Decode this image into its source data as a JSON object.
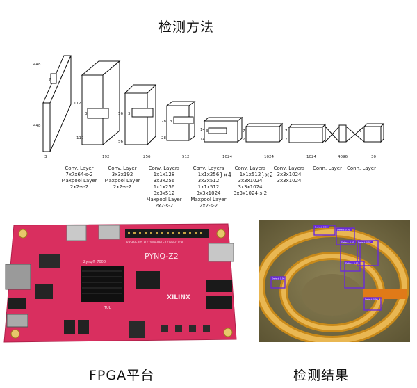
{
  "header": {
    "title": "检测方法"
  },
  "captions": {
    "fpga": "FPGA平台",
    "result": "检测结果"
  },
  "cnn": {
    "input_dims": {
      "h": "448",
      "w": "448",
      "c": "3",
      "k": "7"
    },
    "blocks": [
      {
        "dims_h": "112",
        "dims_w": "112",
        "depth": "192",
        "k": "3"
      },
      {
        "dims_h": "56",
        "dims_w": "56",
        "depth": "256",
        "k": "3"
      },
      {
        "dims_h": "28",
        "dims_w": "28",
        "depth": "512",
        "k": "3"
      },
      {
        "dims_h": "14",
        "dims_w": "14",
        "depth": "1024",
        "k": "3"
      },
      {
        "dims_h": "7",
        "dims_w": "7",
        "depth": "1024",
        "k": ""
      },
      {
        "dims_h": "7",
        "dims_w": "7",
        "depth": "1024",
        "k": ""
      },
      {
        "dims_h": "",
        "dims_w": "",
        "depth": "4096",
        "k": ""
      },
      {
        "dims_h": "7",
        "dims_w": "7",
        "depth": "30",
        "k": ""
      }
    ],
    "layer_labels": [
      [
        "Conv. Layer",
        "7x7x64-s-2",
        "Maxpool Layer",
        "2x2-s-2"
      ],
      [
        "Conv. Layer",
        "3x3x192",
        "Maxpool Layer",
        "2x2-s-2"
      ],
      [
        "Conv. Layers",
        "1x1x128",
        "3x3x256",
        "1x1x256",
        "3x3x512",
        "Maxpool Layer",
        "2x2-s-2"
      ],
      [
        "Conv. Layers",
        "1x1x256",
        "3x3x512",
        "1x1x512",
        "3x3x1024",
        "Maxpool Layer",
        "2x2-s-2"
      ],
      [
        "Conv. Layers",
        "1x1x512",
        "3x3x1024",
        "3x3x1024",
        "3x3x1024-s-2"
      ],
      [
        "Conv. Layers",
        "3x3x1024",
        "3x3x1024"
      ],
      [
        "Conn. Layer"
      ],
      [
        "Conn. Layer"
      ]
    ],
    "repeat_marks": [
      "}×4",
      "}×2"
    ]
  },
  "board": {
    "model": "PYNQ-Z2",
    "chip_label": "Zynq® 7000",
    "brand": "XILINX",
    "silk": "RASPBERRY PI COMPATIBLE CONNECTOR",
    "tul": "TUL",
    "color": "#d92f5f"
  },
  "detection": {
    "boxes": [
      {
        "label": "Defect: 0.93"
      },
      {
        "label": "Defect: 0.95"
      },
      {
        "label": "Defect: 0.91"
      },
      {
        "label": "Defect: 0.97"
      },
      {
        "label": "Defect: 0.92"
      },
      {
        "label": "Defect: 0.96"
      },
      {
        "label": "Defect: 0.90"
      }
    ],
    "box_color": "#6a2bd8"
  }
}
